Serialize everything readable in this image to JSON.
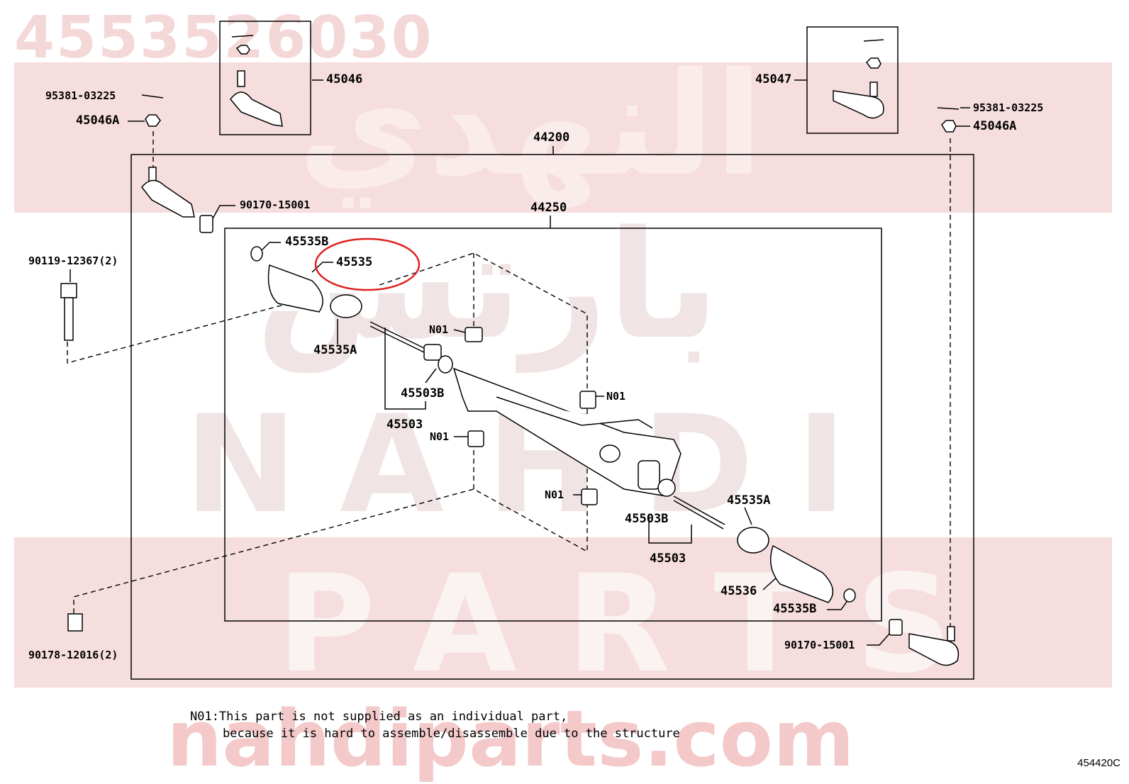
{
  "watermark": {
    "part_number": "4553526030",
    "brand_latin": "NAHDI",
    "tagline": "PARTS",
    "website": "nahdiparts.com",
    "arabic_line1": "النهدي",
    "arabic_line2": "بارتس"
  },
  "labels": {
    "l_45046_top": "45046",
    "l_45047_top": "45047",
    "l_95381_left": "95381-03225",
    "l_45046a_left": "45046A",
    "l_95381_right": "95381-03225",
    "l_45046a_right": "45046A",
    "l_44200": "44200",
    "l_90170_left": "90170-15001",
    "l_44250": "44250",
    "l_90119": "90119-12367(2)",
    "l_45535b_left": "45535B",
    "l_45535": "45535",
    "l_45535a_left": "45535A",
    "l_n01_1": "N01",
    "l_45503b_left": "45503B",
    "l_45503_left": "45503",
    "l_n01_2": "N01",
    "l_n01_3": "N01",
    "l_n01_4": "N01",
    "l_45535a_right": "45535A",
    "l_45503b_right": "45503B",
    "l_45503_right": "45503",
    "l_45536": "45536",
    "l_45535b_right": "45535B",
    "l_90170_right": "90170-15001",
    "l_90178": "90178-12016(2)"
  },
  "note": {
    "line1": "N01:This part is not supplied as an individual part,",
    "line2": "because it is hard to assemble/disassemble due to the structure"
  },
  "illustration_ref": "454420C",
  "colors": {
    "highlight": "#e02020",
    "watermark_band": "#f6dede",
    "line": "#000000"
  }
}
